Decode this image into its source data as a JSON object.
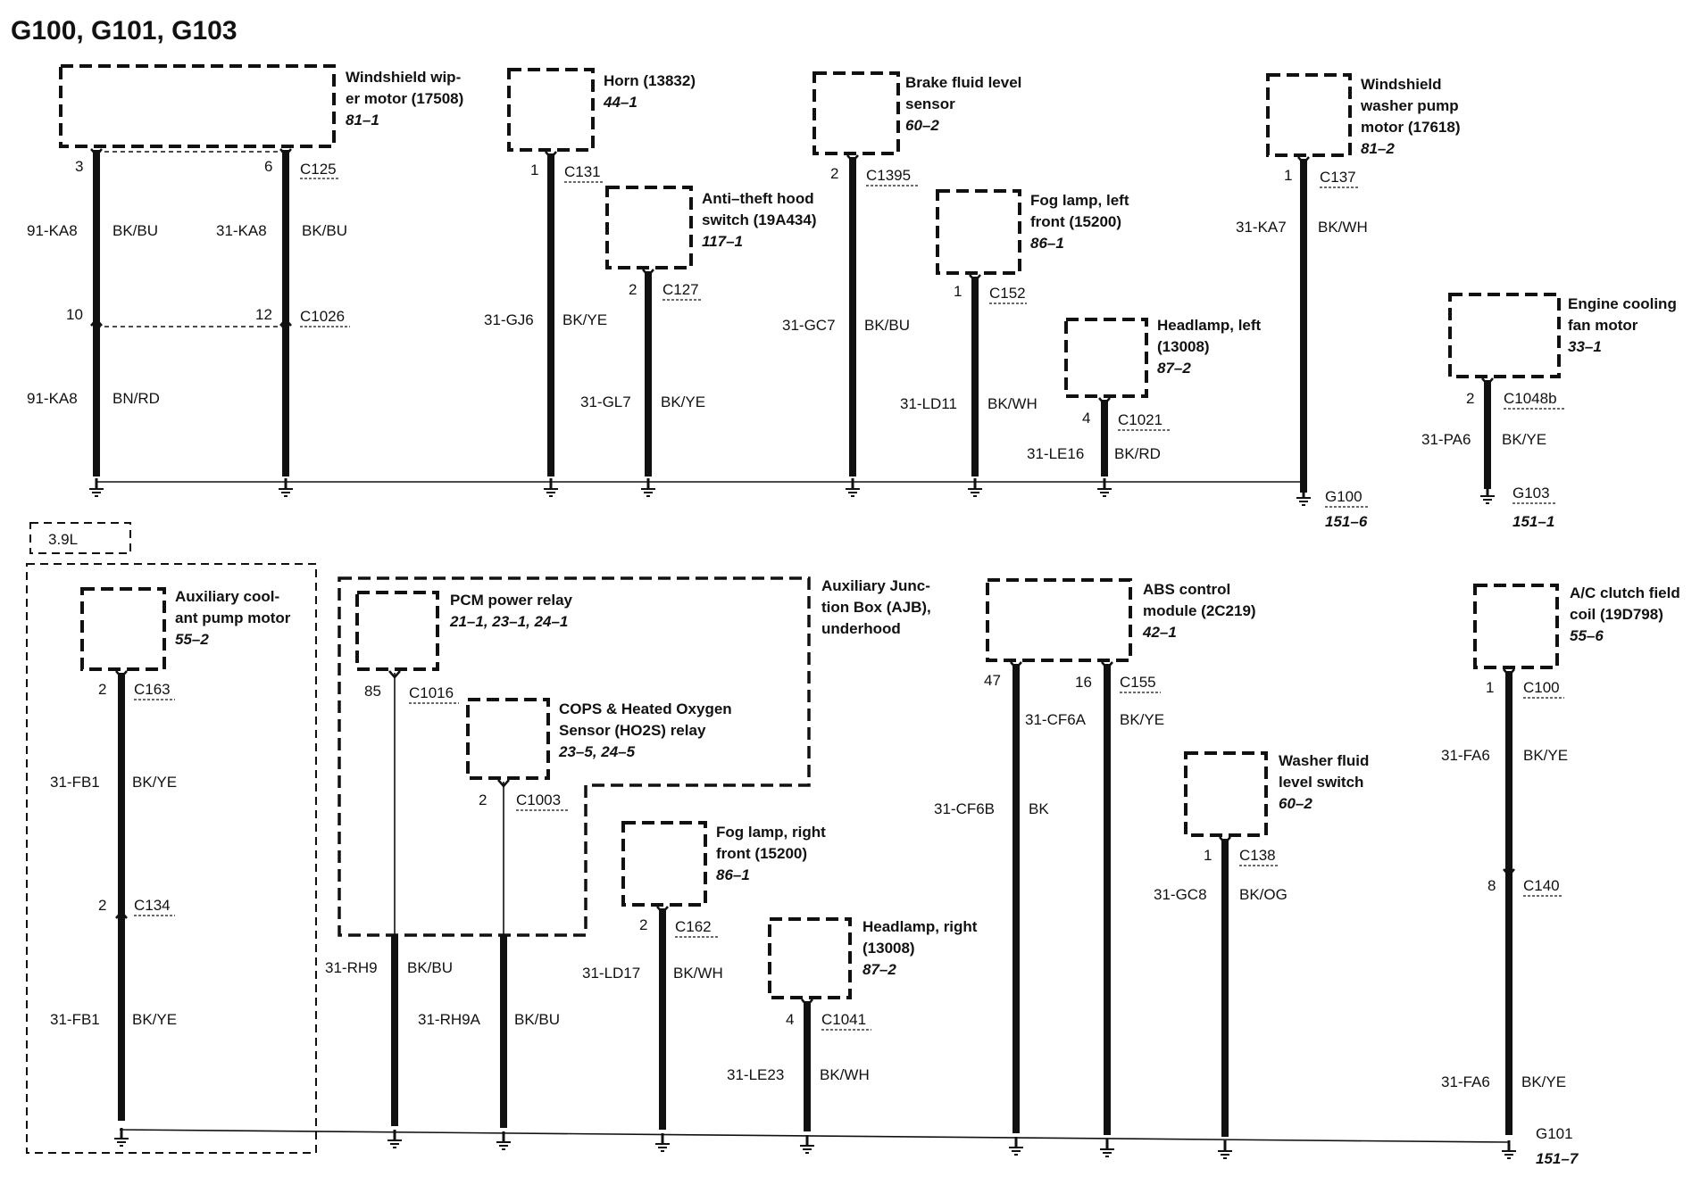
{
  "title": "G100, G101, G103",
  "components": {
    "wiper": {
      "l1": "Windshield wip-",
      "l2": "er motor (17508)",
      "ref": "81–1"
    },
    "horn": {
      "l1": "Horn (13832)",
      "ref": "44–1"
    },
    "antitheft": {
      "l1": "Anti–theft hood",
      "l2": "switch (19A434)",
      "ref": "117–1"
    },
    "brake": {
      "l1": "Brake fluid level",
      "l2": "sensor",
      "ref": "60–2"
    },
    "foglamp_left": {
      "l1": "Fog lamp, left",
      "l2": "front (15200)",
      "ref": "86–1"
    },
    "headlamp_left": {
      "l1": "Headlamp, left",
      "l2": "(13008)",
      "ref": "87–2"
    },
    "washer_pump": {
      "l1": "Windshield",
      "l2": "washer pump",
      "l3": "motor (17618)",
      "ref": "81–2"
    },
    "fan": {
      "l1": "Engine cooling",
      "l2": "fan motor",
      "ref": "33–1"
    },
    "engine_note": "3.9L",
    "aux_pump": {
      "l1": "Auxiliary cool-",
      "l2": "ant pump motor",
      "ref": "55–2"
    },
    "pcm_relay": {
      "l1": "PCM power relay",
      "ref": "21–1, 23–1, 24–1"
    },
    "ajb": {
      "l1": "Auxiliary Junc-",
      "l2": "tion Box (AJB),",
      "l3": "underhood"
    },
    "cops": {
      "l1": "COPS & Heated Oxygen",
      "l2": "Sensor (HO2S) relay",
      "ref": "23–5, 24–5"
    },
    "foglamp_right": {
      "l1": "Fog lamp, right",
      "l2": "front (15200)",
      "ref": "86–1"
    },
    "headlamp_right": {
      "l1": "Headlamp, right",
      "l2": "(13008)",
      "ref": "87–2"
    },
    "abs": {
      "l1": "ABS control",
      "l2": "module (2C219)",
      "ref": "42–1"
    },
    "washer_switch": {
      "l1": "Washer fluid",
      "l2": "level switch",
      "ref": "60–2"
    },
    "ac_clutch": {
      "l1": "A/C clutch field",
      "l2": "coil (19D798)",
      "ref": "55–6"
    }
  },
  "pins": {
    "p1": "3",
    "p2": "6",
    "p3": "10",
    "p4": "12",
    "p5": "1",
    "p6": "2",
    "p7": "2",
    "p8": "1",
    "p9": "4",
    "p10": "1",
    "p11": "2",
    "p12": "2",
    "p13": "2",
    "p14": "85",
    "p15": "2",
    "p16": "2",
    "p17": "4",
    "p18": "47",
    "p19": "16",
    "p20": "1",
    "p21": "1",
    "p22": "8"
  },
  "connectors": {
    "c1": "C125",
    "c2": "C1026",
    "c3": "C131",
    "c4": "C127",
    "c5": "C1395",
    "c6": "C152",
    "c7": "C1021",
    "c8": "C137",
    "c9": "C1048b",
    "c10": "C163",
    "c11": "C134",
    "c12": "C1016",
    "c13": "C1003",
    "c14": "C162",
    "c15": "C1041",
    "c16": "C155",
    "c17": "C138",
    "c18": "C100",
    "c19": "C140"
  },
  "wires": {
    "w1": {
      "code": "91-KA8",
      "color": "BK/BU"
    },
    "w2": {
      "code": "31-KA8",
      "color": "BK/BU"
    },
    "w3": {
      "code": "91-KA8",
      "color": "BN/RD"
    },
    "w4": {
      "code": "31-GJ6",
      "color": "BK/YE"
    },
    "w5": {
      "code": "31-GL7",
      "color": "BK/YE"
    },
    "w6": {
      "code": "31-GC7",
      "color": "BK/BU"
    },
    "w7": {
      "code": "31-LD11",
      "color": "BK/WH"
    },
    "w8": {
      "code": "31-LE16",
      "color": "BK/RD"
    },
    "w9": {
      "code": "31-KA7",
      "color": "BK/WH"
    },
    "w10": {
      "code": "31-PA6",
      "color": "BK/YE"
    },
    "w11": {
      "code": "31-FB1",
      "color": "BK/YE"
    },
    "w12": {
      "code": "31-FB1",
      "color": "BK/YE"
    },
    "w13": {
      "code": "31-RH9",
      "color": "BK/BU"
    },
    "w14": {
      "code": "31-RH9A",
      "color": "BK/BU"
    },
    "w15": {
      "code": "31-LD17",
      "color": "BK/WH"
    },
    "w16": {
      "code": "31-LE23",
      "color": "BK/WH"
    },
    "w17": {
      "code": "31-CF6A",
      "color": "BK/YE"
    },
    "w18": {
      "code": "31-CF6B",
      "color": "BK"
    },
    "w19": {
      "code": "31-GC8",
      "color": "BK/OG"
    },
    "w20": {
      "code": "31-FA6",
      "color": "BK/YE"
    },
    "w21": {
      "code": "31-FA6",
      "color": "BK/YE"
    }
  },
  "grounds": {
    "g100": {
      "name": "G100",
      "ref": "151–6"
    },
    "g103": {
      "name": "G103",
      "ref": "151–1"
    },
    "g101": {
      "name": "G101",
      "ref": "151–7"
    }
  }
}
